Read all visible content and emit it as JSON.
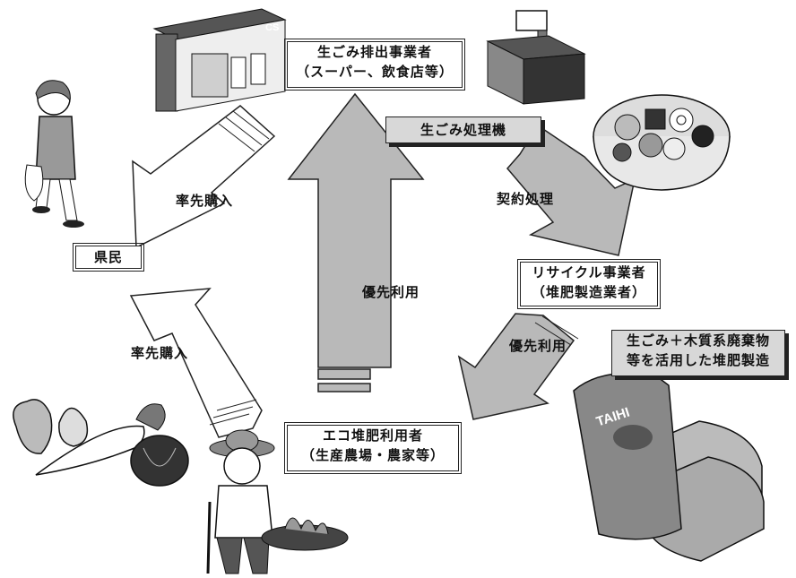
{
  "nodes": {
    "generator": {
      "line1": "生ごみ排出事業者",
      "line2": "（スーパー、飲食店等）"
    },
    "processor": {
      "label": "生ごみ処理機"
    },
    "recycler": {
      "line1": "リサイクル事業者",
      "line2": "（堆肥製造業者）"
    },
    "compost_process": {
      "line1": "生ごみ＋木質系廃棄物",
      "line2": "等を活用した堆肥製造"
    },
    "user": {
      "line1": "エコ堆肥利用者",
      "line2": "（生産農場・農家等）"
    },
    "citizens": {
      "label": "県民"
    }
  },
  "arrows": {
    "contract": "契約処理",
    "priority_use_center": "優先利用",
    "priority_use_right": "優先利用",
    "purchase_top": "率先購入",
    "purchase_bottom": "率先購入"
  },
  "icons": {
    "bag_label": "TAIHI",
    "store_sign": "CS"
  },
  "colors": {
    "arrow_fill": "#b9b9b9",
    "box_gray": "#d8d8d8"
  }
}
